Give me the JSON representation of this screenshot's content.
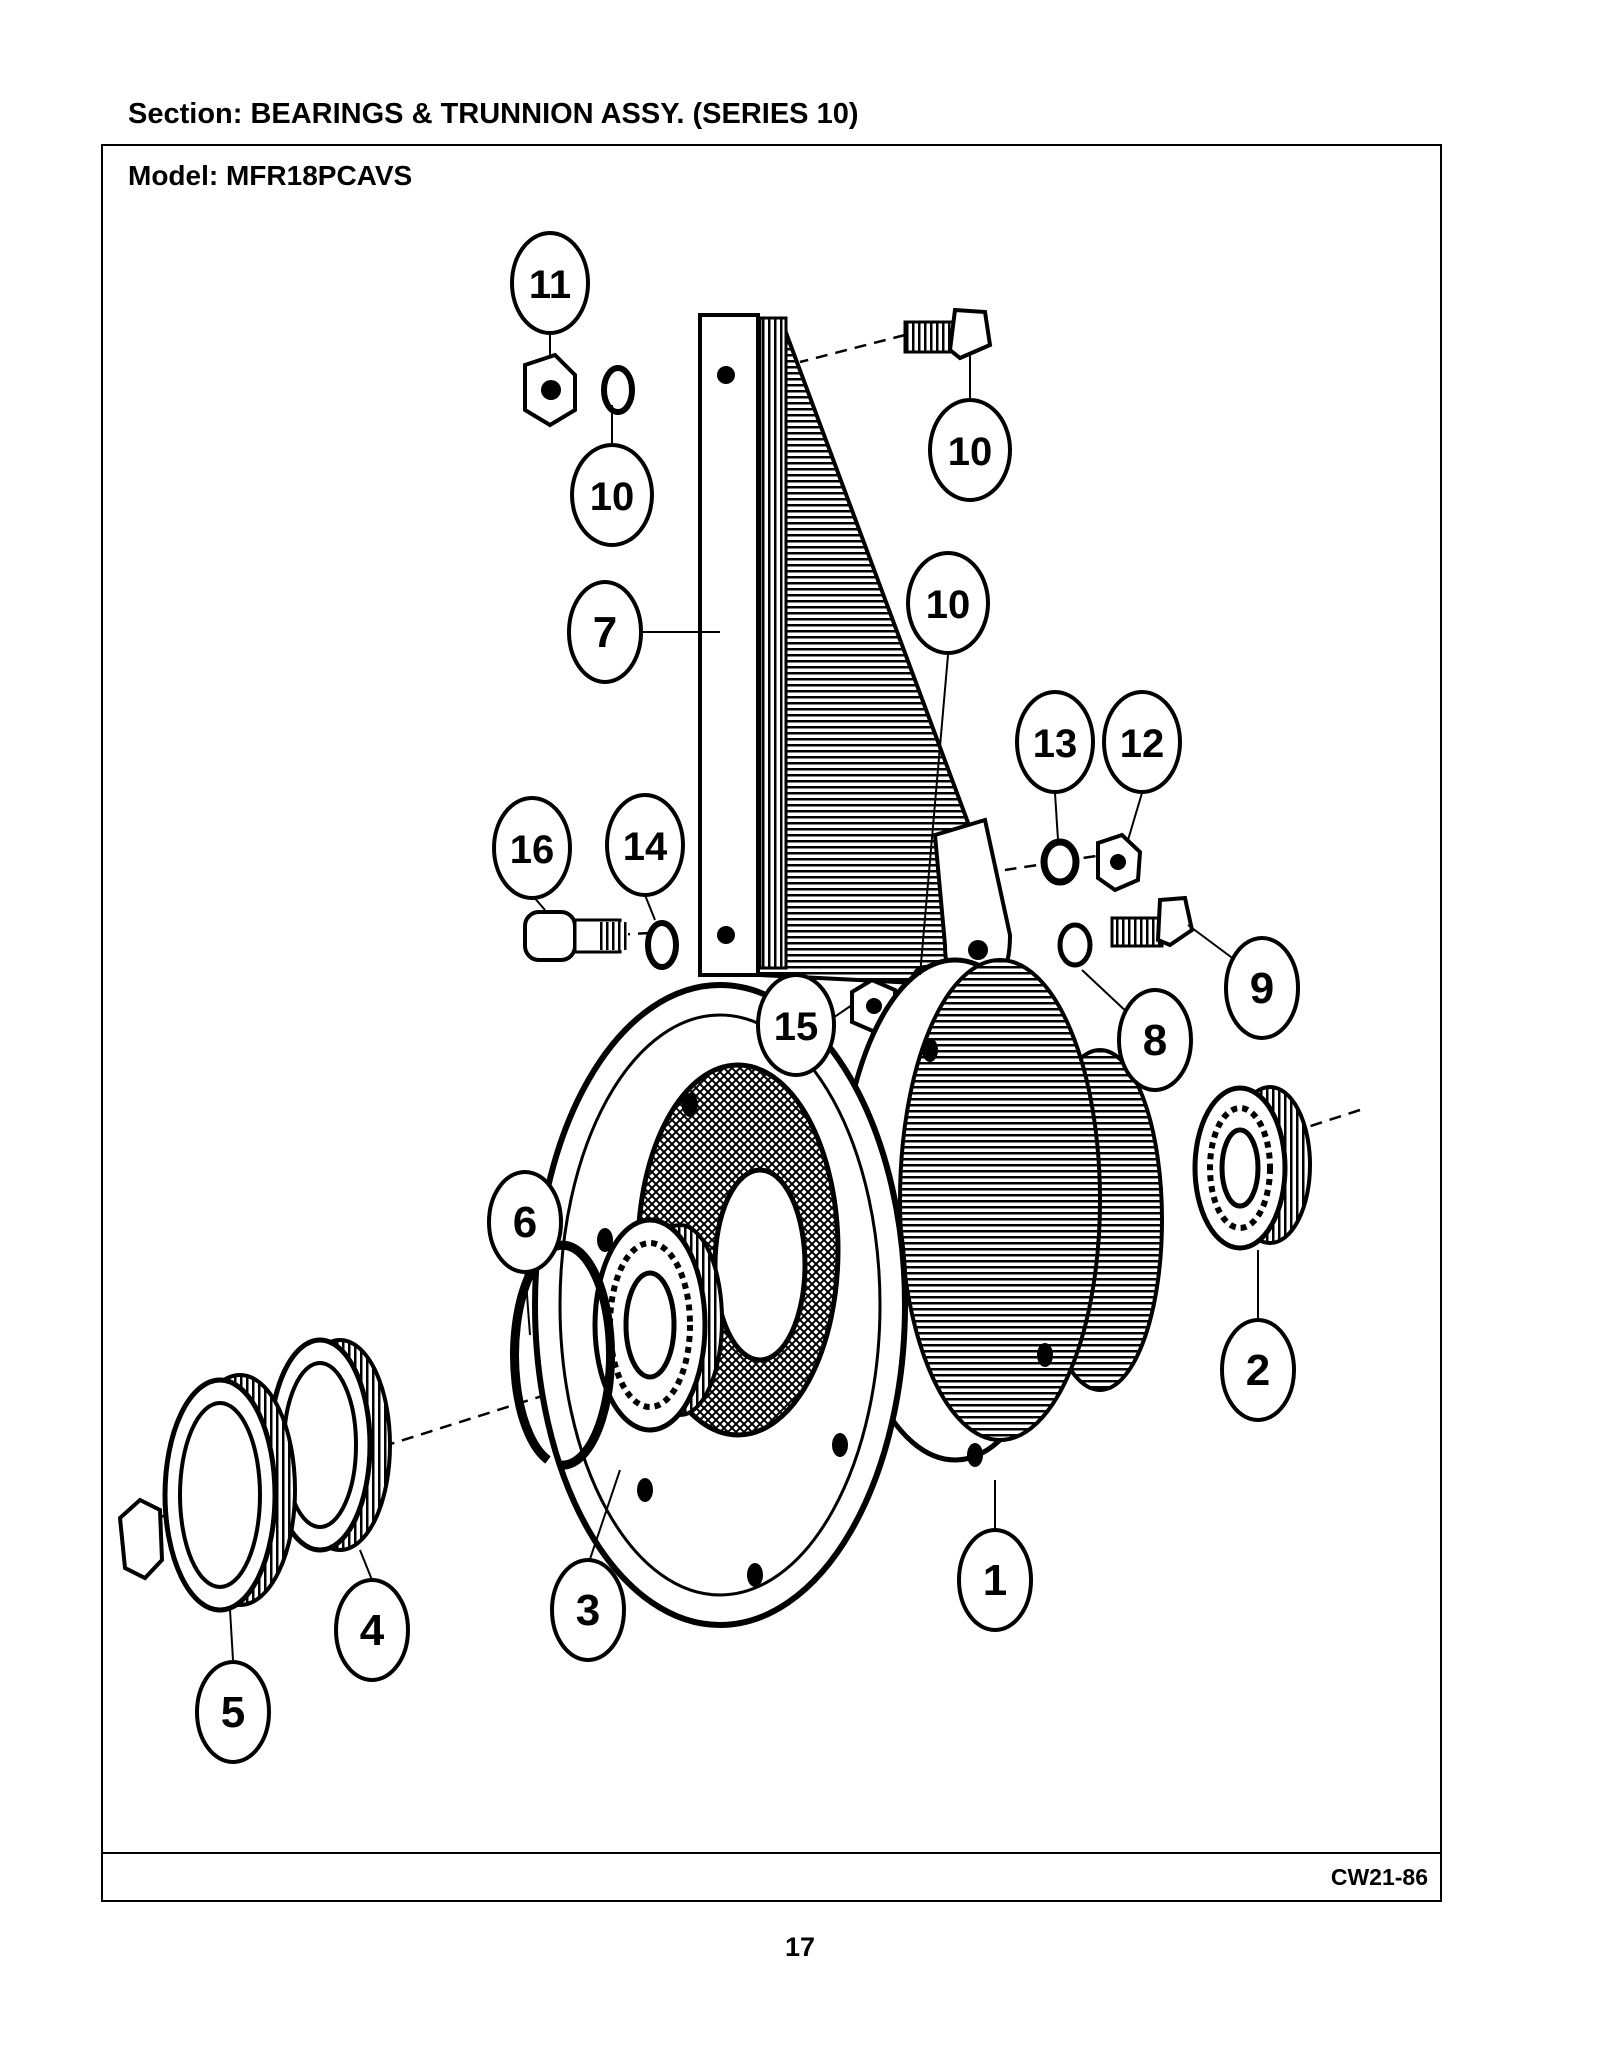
{
  "header": {
    "section": "Section:  BEARINGS & TRUNNION ASSY. (SERIES 10)"
  },
  "frame": {
    "model": "Model:  MFR18PCAVS",
    "drawing_code": "CW21-86"
  },
  "footer": {
    "page_number": "17"
  },
  "callouts": [
    {
      "id": "callout-1",
      "label": "1"
    },
    {
      "id": "callout-2",
      "label": "2"
    },
    {
      "id": "callout-3",
      "label": "3"
    },
    {
      "id": "callout-4",
      "label": "4"
    },
    {
      "id": "callout-5",
      "label": "5"
    },
    {
      "id": "callout-6",
      "label": "6"
    },
    {
      "id": "callout-7",
      "label": "7"
    },
    {
      "id": "callout-8",
      "label": "8"
    },
    {
      "id": "callout-9",
      "label": "9"
    },
    {
      "id": "callout-10a",
      "label": "10"
    },
    {
      "id": "callout-10b",
      "label": "10"
    },
    {
      "id": "callout-10c",
      "label": "10"
    },
    {
      "id": "callout-11",
      "label": "11"
    },
    {
      "id": "callout-12",
      "label": "12"
    },
    {
      "id": "callout-13",
      "label": "13"
    },
    {
      "id": "callout-14",
      "label": "14"
    },
    {
      "id": "callout-15",
      "label": "15"
    },
    {
      "id": "callout-16",
      "label": "16"
    }
  ]
}
